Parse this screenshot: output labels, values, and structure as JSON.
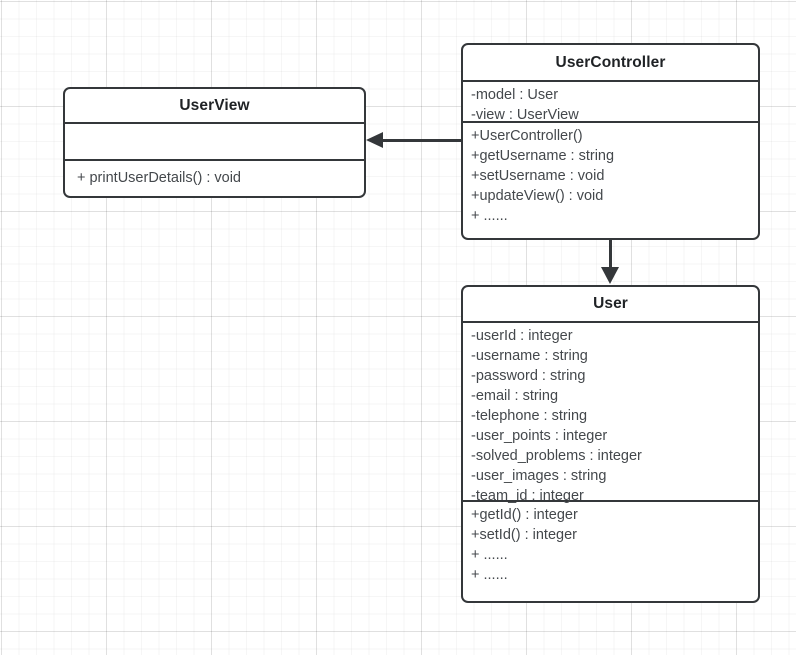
{
  "diagram": {
    "title": "UML Class Diagram",
    "background": "#ffffff",
    "grid_color": "#e8e8e8",
    "line_color": "#34373a",
    "text_color": "#44484c"
  },
  "classes": [
    {
      "id": "userview",
      "name": "UserView",
      "attributes": [],
      "methods": [
        "+ printUserDetails() : void"
      ]
    },
    {
      "id": "usercontroller",
      "name": "UserController",
      "attributes": [
        "-model : User",
        "-view : UserView"
      ],
      "methods": [
        "+UserController()",
        "+getUsername : string",
        "+setUsername : void",
        "+updateView() : void",
        "+ ......"
      ]
    },
    {
      "id": "user",
      "name": "User",
      "attributes": [
        "-userId : integer",
        "-username : string",
        "-password : string",
        "-email : string",
        "-telephone : string",
        "-user_points : integer",
        "-solved_problems : integer",
        "-user_images : string",
        "-team_id : integer"
      ],
      "methods": [
        "+getId() : integer",
        "+setId() : integer",
        "+ ......",
        "+ ......"
      ]
    }
  ],
  "connectors": [
    {
      "id": "controller-to-view",
      "from": "usercontroller",
      "to": "userview",
      "arrow": "filled-triangle-left"
    },
    {
      "id": "controller-to-user",
      "from": "usercontroller",
      "to": "user",
      "arrow": "filled-triangle-down"
    }
  ]
}
